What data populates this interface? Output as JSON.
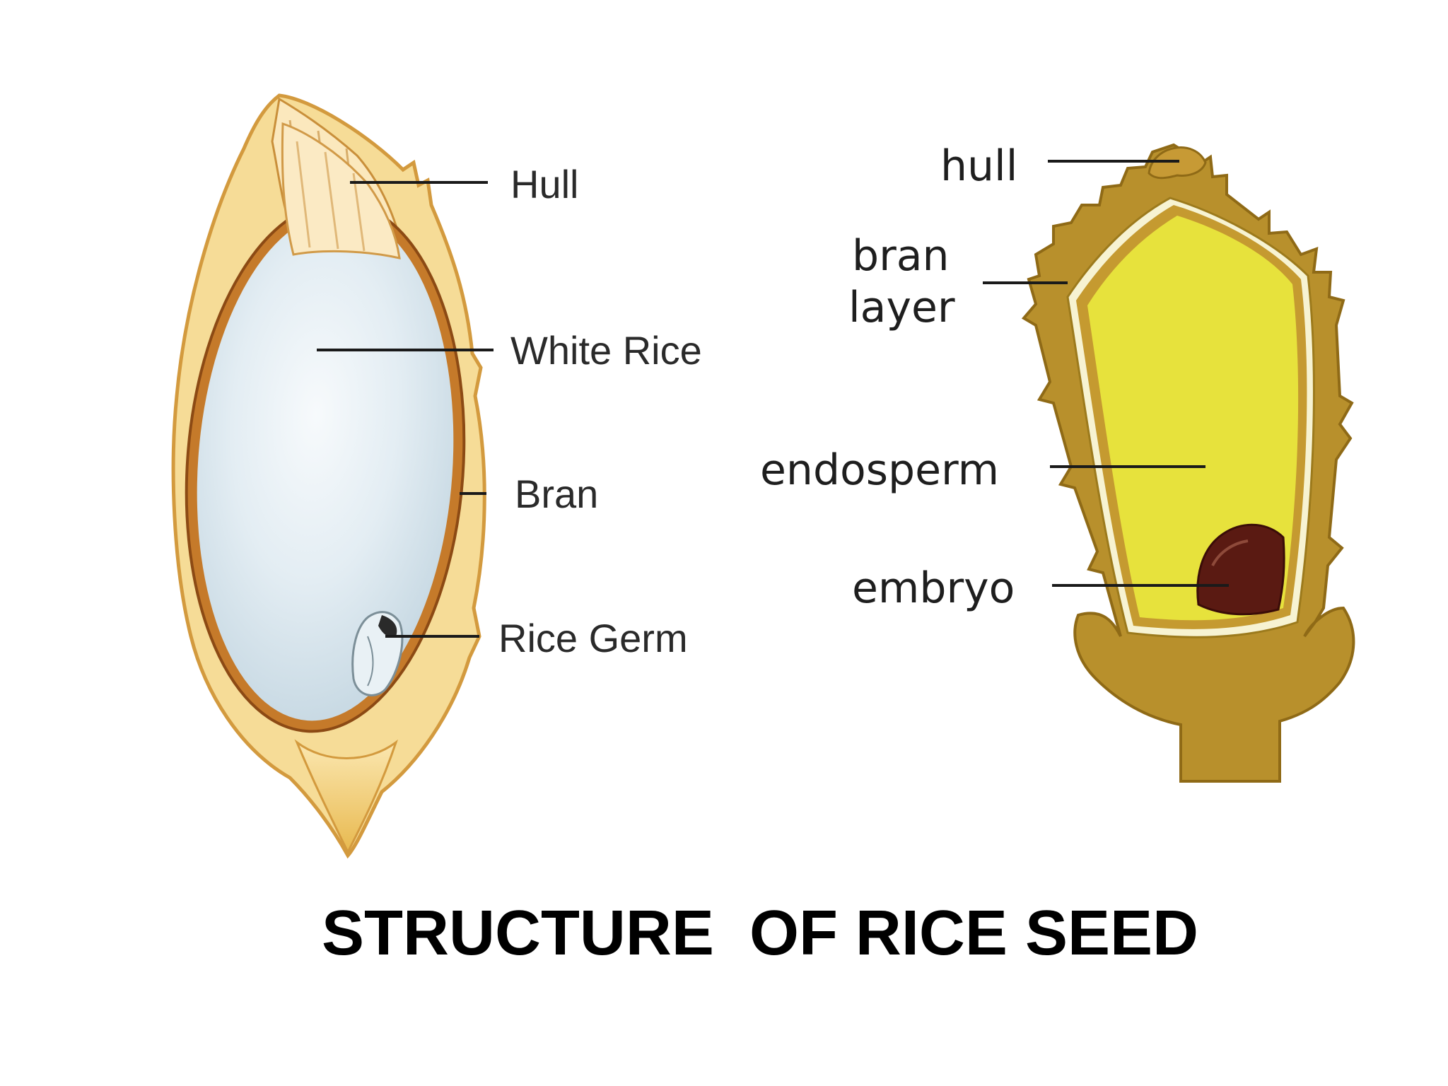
{
  "title": "STRUCTURE  OF RICE SEED",
  "left_seed": {
    "labels": {
      "hull": "Hull",
      "white_rice": "White Rice",
      "bran": "Bran",
      "rice_germ": "Rice Germ"
    }
  },
  "right_seed": {
    "labels": {
      "hull": "hull",
      "bran_line1": "bran",
      "bran_line2": "layer",
      "endosperm": "endosperm",
      "embryo": "embryo"
    }
  },
  "colors": {
    "hull_left": "#f3d78f",
    "hull_left_edge": "#d9a648",
    "white_rice": "#dce8ef",
    "bran_left": "#a8621f",
    "hull_right": "#b58a25",
    "endosperm": "#e6e23a",
    "embryo": "#5a1a12"
  }
}
